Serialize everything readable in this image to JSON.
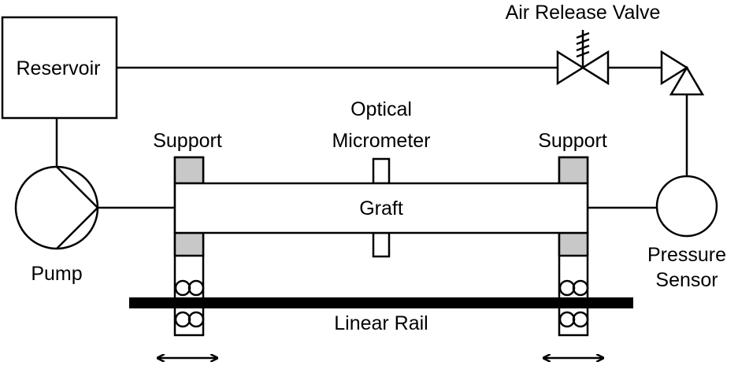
{
  "labels": {
    "reservoir": "Reservoir",
    "air_release_valve": "Air Release Valve",
    "optical_line1": "Optical",
    "optical_line2": "Micrometer",
    "support_left": "Support",
    "support_right": "Support",
    "graft": "Graft",
    "pump": "Pump",
    "pressure_line1": "Pressure",
    "pressure_line2": "Sensor",
    "linear_rail": "Linear Rail"
  },
  "colors": {
    "stroke": "#000000",
    "support_fill": "#c8c8c8",
    "background": "#ffffff"
  },
  "icons": [
    "valve-icon",
    "check-valve-icon",
    "pump-icon",
    "pressure-sensor-icon",
    "bearing-icon",
    "double-arrow-icon"
  ]
}
